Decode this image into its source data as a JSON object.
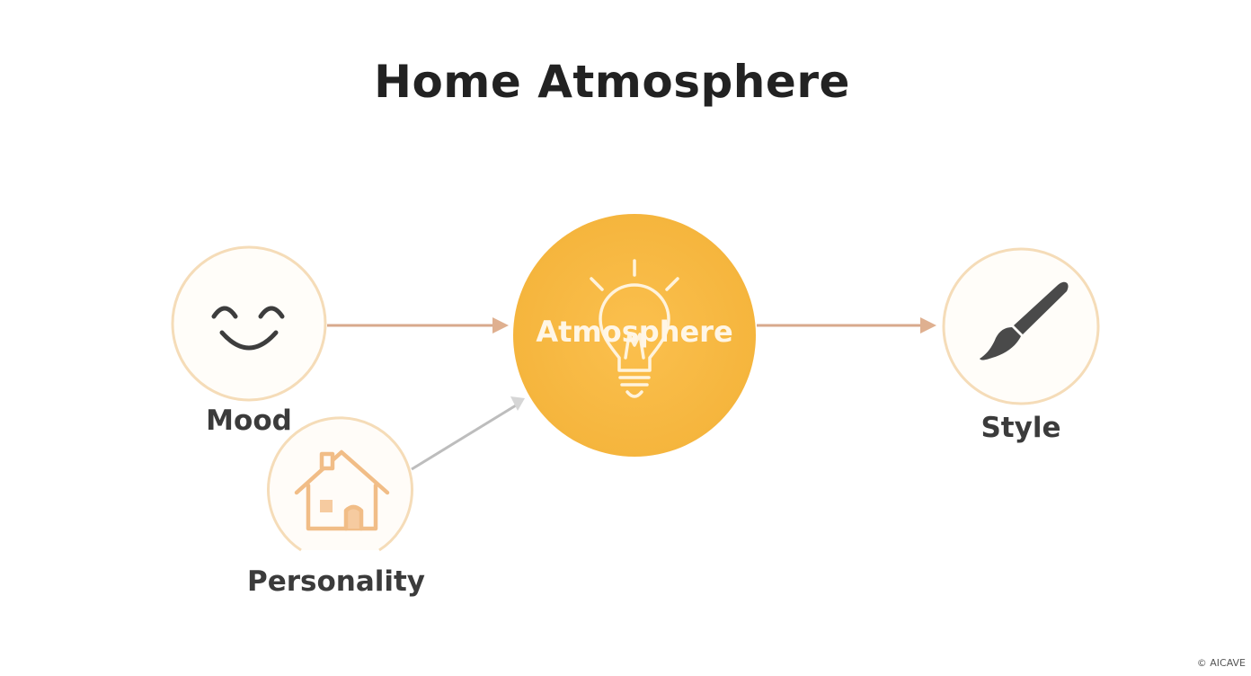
{
  "title": "Home Atmosphere",
  "nodes": {
    "mood": {
      "label": "Mood",
      "icon": "smiley-face-icon"
    },
    "personality": {
      "label": "Personality",
      "icon": "house-icon"
    },
    "atmosphere": {
      "label": "Atmosphere",
      "icon": "light-bulb-icon"
    },
    "style": {
      "label": "Style",
      "icon": "paintbrush-icon"
    }
  },
  "watermark": "© AICAVE",
  "colors": {
    "accent": "#f6b63f",
    "node_ring": "#f5dcb8",
    "arrow_tan": "#d8a98c",
    "arrow_gray": "#c2c2c2",
    "text": "#3b3b3b"
  }
}
